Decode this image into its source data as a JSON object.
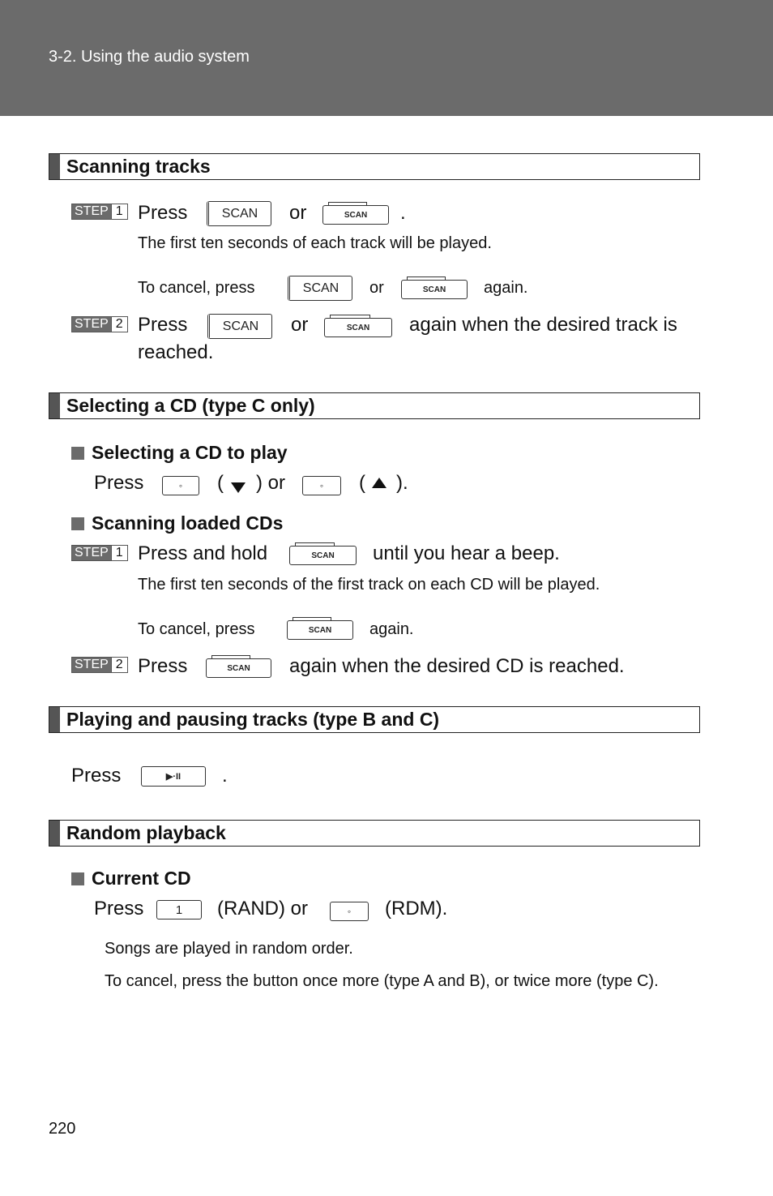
{
  "header": {
    "section": "3-2. Using the audio system"
  },
  "page_number": "220",
  "step_label": "STEP",
  "scan_label": "SCAN",
  "play_pause_label": "▶·II",
  "dot_label": "◦",
  "scanning": {
    "title": "Scanning tracks",
    "step1": {
      "num": "1",
      "press": "Press",
      "or": "or",
      "end": "."
    },
    "note1": "The first ten seconds of each track will be played.",
    "cancel": {
      "prefix": "To cancel, press",
      "or": "or",
      "suffix": "again."
    },
    "step2": {
      "num": "2",
      "press": "Press",
      "or": "or",
      "suffix": "again when the desired track is",
      "line2": "reached."
    }
  },
  "selecting": {
    "title": "Selecting a CD (type C only)",
    "sub1": "Selecting a CD to play",
    "press": "Press",
    "open_paren": "(",
    "close_or": ") or",
    "close_end": ").",
    "sub2": "Scanning loaded CDs",
    "step1": {
      "num": "1",
      "text": "Press and hold",
      "suffix": "until you hear a beep."
    },
    "note1": "The first ten seconds of the first track on each CD will be played.",
    "cancel": {
      "prefix": "To cancel, press",
      "suffix": "again."
    },
    "step2": {
      "num": "2",
      "press": "Press",
      "suffix": "again when the desired CD is reached."
    }
  },
  "playing": {
    "title": "Playing and pausing tracks (type B and C)",
    "press": "Press",
    "end": "."
  },
  "random": {
    "title": "Random playback",
    "sub1": "Current CD",
    "press": "Press",
    "btn1": "1",
    "rand": "(RAND) or",
    "rdm": "(RDM).",
    "note1": "Songs are played in random order.",
    "note2": "To cancel, press the button once more (type A and B), or twice more (type C)."
  }
}
